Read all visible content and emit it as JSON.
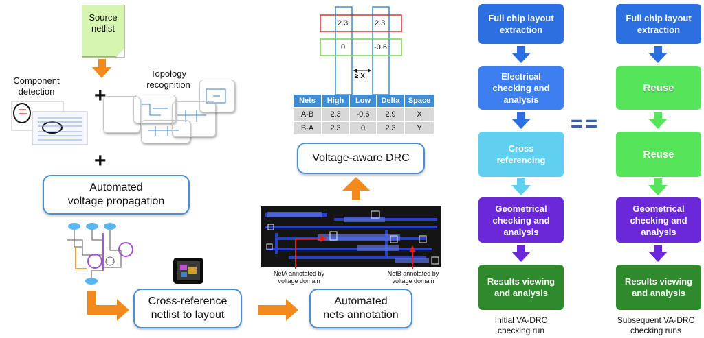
{
  "colors": {
    "arrow_orange": "#f28a1e",
    "box_border_blue": "#4a8fd4",
    "note_green": "#d6f5b0",
    "flow_blue": "#2b6fe0",
    "flow_lightblue": "#5fd0f0",
    "flow_purple": "#6a28d9",
    "flow_darkgreen": "#2f8a2c",
    "flow_reuse_green": "#55e45a",
    "table_header": "#3d8ed8",
    "table_cell": "#d8d8d8"
  },
  "left_flow": {
    "source_netlist": "Source\nnetlist",
    "component_detection": "Component\ndetection",
    "topology_recognition": "Topology\nrecognition",
    "plus_1": "+",
    "plus_2": "+",
    "automated_voltage_propagation": "Automated\nvoltage propagation",
    "cross_reference": "Cross-reference\nnetlist to layout",
    "automated_nets_annotation": "Automated\nnets annotation",
    "neta_label": "NetA annotated by\nvoltage domain",
    "netb_label": "NetB annotated by\nvoltage domain",
    "voltage_aware_drc": "Voltage-aware DRC"
  },
  "voltage_diagram": {
    "row1_left": "2.3",
    "row1_right": "2.3",
    "row2_left": "0",
    "row2_right": "-0.6",
    "spacing_label": "≥ X"
  },
  "voltage_table": {
    "headers": [
      "Nets",
      "High",
      "Low",
      "Delta",
      "Space"
    ],
    "rows": [
      [
        "A-B",
        "2.3",
        "-0.6",
        "2.9",
        "X"
      ],
      [
        "B-A",
        "2.3",
        "0",
        "2.3",
        "Y"
      ]
    ]
  },
  "initial_flow": {
    "steps": [
      "Full chip layout\nextraction",
      "Electrical\nchecking and\nanalysis",
      "Cross\nreferencing",
      "Geometrical\nchecking and\nanalysis",
      "Results viewing\nand analysis"
    ],
    "caption": "Initial VA-DRC\nchecking run"
  },
  "equals_sign": "==",
  "subsequent_flow": {
    "steps": [
      "Full chip layout\nextraction",
      "Reuse",
      "Reuse",
      "Geometrical\nchecking and\nanalysis",
      "Results viewing\nand analysis"
    ],
    "caption": "Subsequent VA-DRC\nchecking runs"
  }
}
